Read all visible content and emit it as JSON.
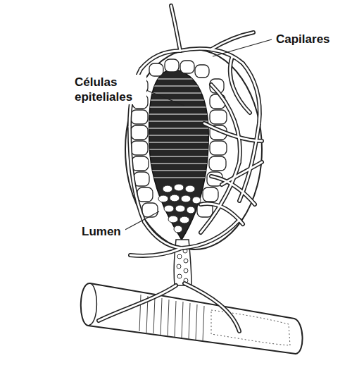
{
  "diagram": {
    "labels": [
      "Capilares",
      "Células epiteliales",
      "Lumen"
    ]
  }
}
